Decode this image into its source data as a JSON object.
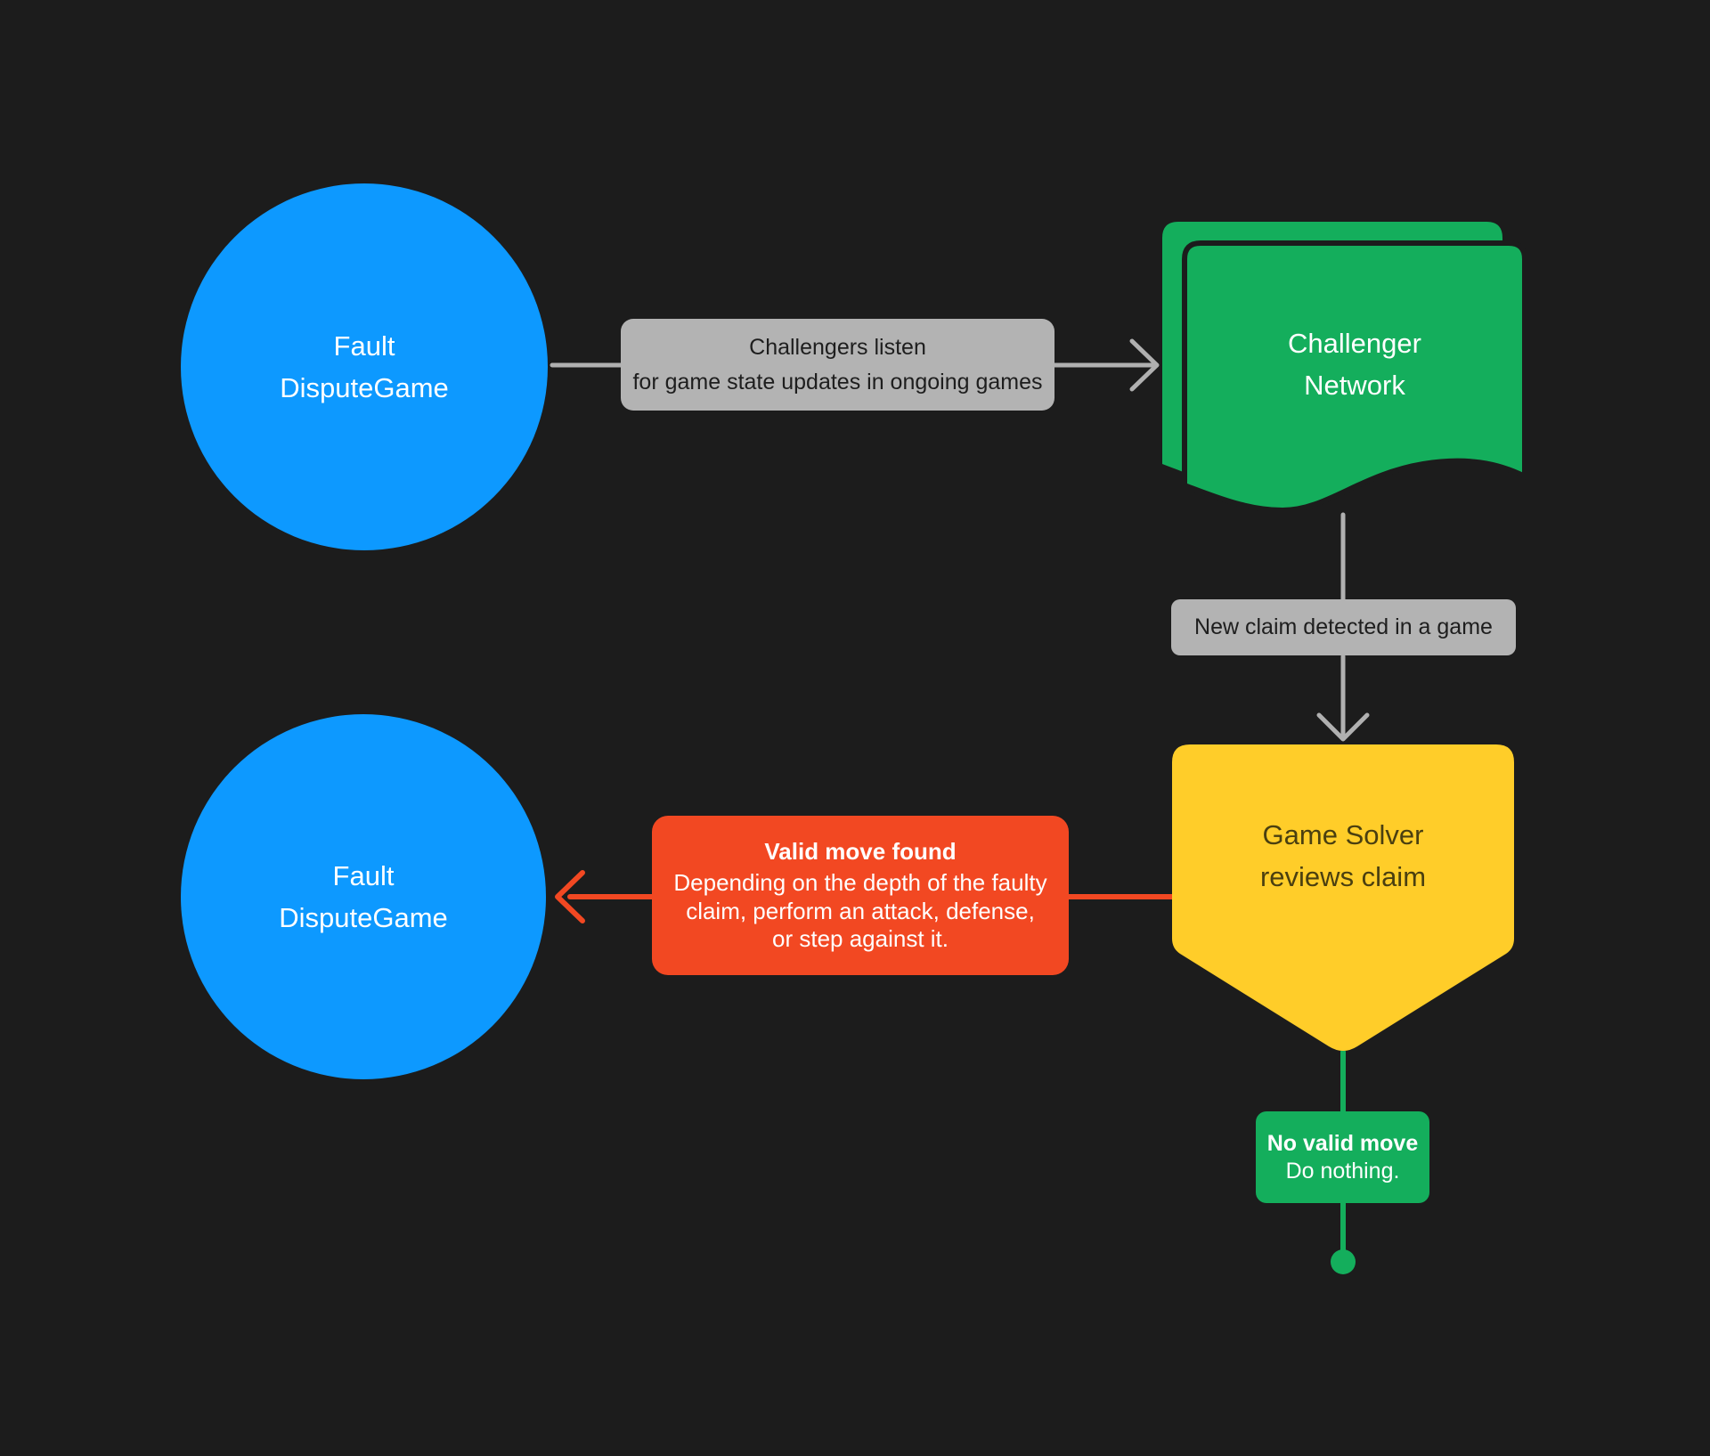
{
  "diagram": {
    "background": "#1C1C1C",
    "palette": {
      "node_blue": "#0D99FF",
      "node_green": "#14AE5C",
      "node_yellow": "#FFCD29",
      "edge_red": "#F24822",
      "label_gray": "#B3B3B3",
      "connector_gray": "#B0B0B0",
      "dark_text": "#1E1E1E",
      "yellow_shape_text": "#4A3F10",
      "white_text": "#FFFFFF"
    },
    "nodes": {
      "fault_dispute_game_top": {
        "line1": "Fault",
        "line2": "DisputeGame"
      },
      "challenger_network": {
        "line1": "Challenger",
        "line2": "Network"
      },
      "game_solver": {
        "line1": "Game Solver",
        "line2": "reviews claim"
      },
      "fault_dispute_game_bottom": {
        "line1": "Fault",
        "line2": "DisputeGame"
      }
    },
    "edge_labels": {
      "challengers_listen": {
        "line1": "Challengers listen",
        "line2": "for game state updates in ongoing games"
      },
      "new_claim": {
        "text": "New claim detected in a game"
      },
      "valid_move": {
        "title": "Valid move found",
        "line1": "Depending on the depth of the faulty",
        "line2": "claim, perform an attack, defense,",
        "line3": "or step against it."
      },
      "no_valid_move": {
        "title": "No valid move",
        "line1": "Do nothing."
      }
    }
  }
}
